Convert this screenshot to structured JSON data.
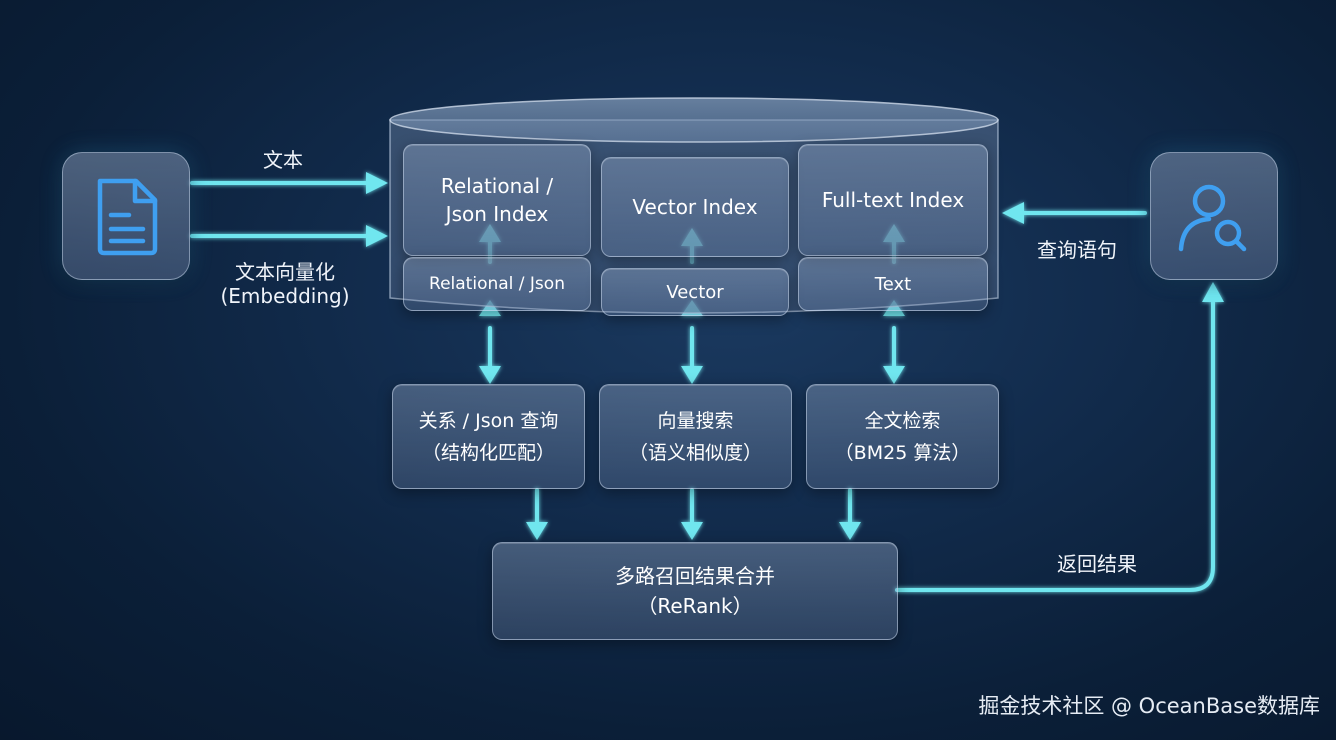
{
  "input": {
    "text_label": "文本",
    "embedding_label_1": "文本向量化",
    "embedding_label_2": "(Embedding)"
  },
  "database": {
    "indexes": [
      {
        "name_1": "Relational /",
        "name_2": "Json Index",
        "data": "Relational / Json"
      },
      {
        "name_1": "Vector Index",
        "data": "Vector"
      },
      {
        "name_1": "Full-text Index",
        "data": "Text"
      }
    ]
  },
  "query": {
    "label": "查询语句"
  },
  "search": [
    {
      "line1": "关系 / Json 查询",
      "line2": "（结构化匹配）"
    },
    {
      "line1": "向量搜索",
      "line2": "（语义相似度）"
    },
    {
      "line1": "全文检索",
      "line2": "（BM25 算法）"
    }
  ],
  "merge": {
    "line1": "多路召回结果合并",
    "line2": "（ReRank）"
  },
  "return_label": "返回结果",
  "watermark": "掘金技术社区 @ OceanBase数据库",
  "colors": {
    "arrow": "#6fe6ef",
    "icon": "#3f9ff0",
    "background": "#0f2745"
  },
  "icons": {
    "left": "document-icon",
    "right": "user-search-icon"
  }
}
